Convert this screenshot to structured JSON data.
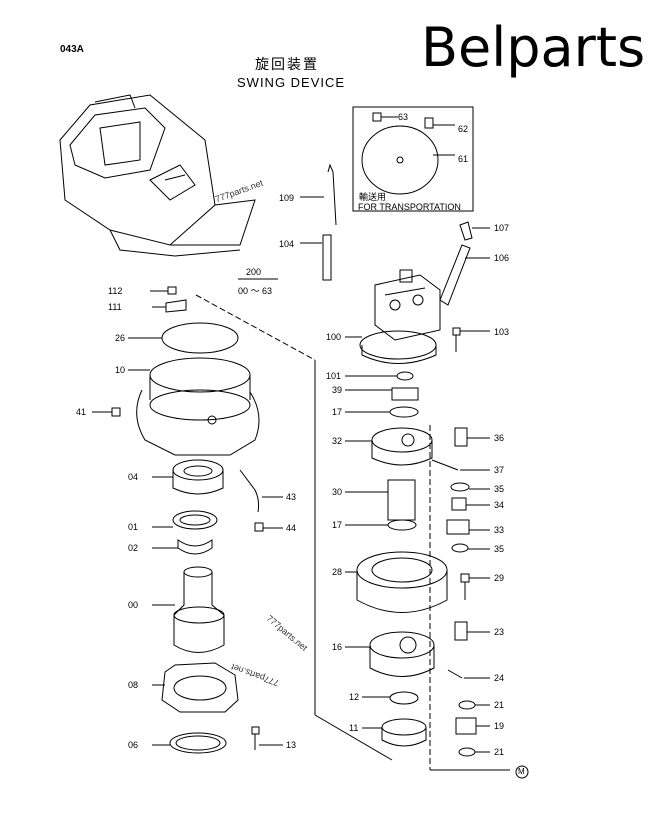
{
  "brand": "Belparts",
  "page_id": "043A",
  "title_jp": "旋回装置",
  "title_en": "SWING DEVICE",
  "group": {
    "number": "200",
    "range": "00 ～ 63"
  },
  "transport_note": {
    "jp": "輸送用",
    "en": "FOR TRANSPORTATION"
  },
  "watermarks": [
    "777parts.net",
    "777parts.net",
    "777parts.net"
  ],
  "labels": {
    "l63": "63",
    "l62": "62",
    "l61": "61",
    "l109": "109",
    "l107": "107",
    "l104": "104",
    "l106": "106",
    "l112": "112",
    "l111": "111",
    "l26": "26",
    "l103": "103",
    "l100": "100",
    "l10": "10",
    "l101": "101",
    "l39": "39",
    "l41": "41",
    "l17a": "17",
    "l32": "32",
    "l36": "36",
    "l37": "37",
    "l04": "04",
    "l43": "43",
    "l35a": "35",
    "l30": "30",
    "l34": "34",
    "l01": "01",
    "l44": "44",
    "l17b": "17",
    "l33": "33",
    "l02": "02",
    "l35b": "35",
    "l28": "28",
    "l29": "29",
    "l00": "00",
    "l23": "23",
    "l16": "16",
    "l24": "24",
    "l08": "08",
    "l12": "12",
    "l21a": "21",
    "l11": "11",
    "l19": "19",
    "l06": "06",
    "l13": "13",
    "l21b": "21",
    "mark": "M"
  }
}
